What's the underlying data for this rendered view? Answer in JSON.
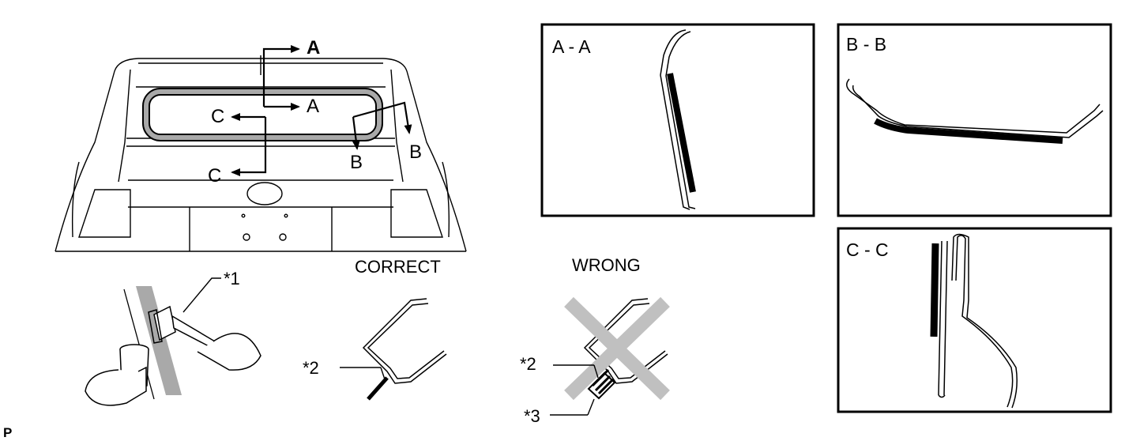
{
  "figure": {
    "corner_code": "P"
  },
  "vehicle_view": {
    "section_markers": {
      "a_top": "A",
      "a_bottom": "A",
      "b_left": "B",
      "b_right": "B",
      "c_top": "C",
      "c_bottom": "C"
    }
  },
  "application_view": {
    "callout_brush": "*1"
  },
  "comparison": {
    "correct_label": "CORRECT",
    "wrong_label": "WRONG",
    "correct_callout": "*2",
    "wrong_callout_2": "*2",
    "wrong_callout_3": "*3",
    "colors": {
      "wrong_cross": "#c0c0c0",
      "sealer": "#000000",
      "glass_band": "#a9a9a9"
    }
  },
  "sections": {
    "a_a_title": "A - A",
    "b_b_title": "B - B",
    "c_c_title": "C - C"
  }
}
